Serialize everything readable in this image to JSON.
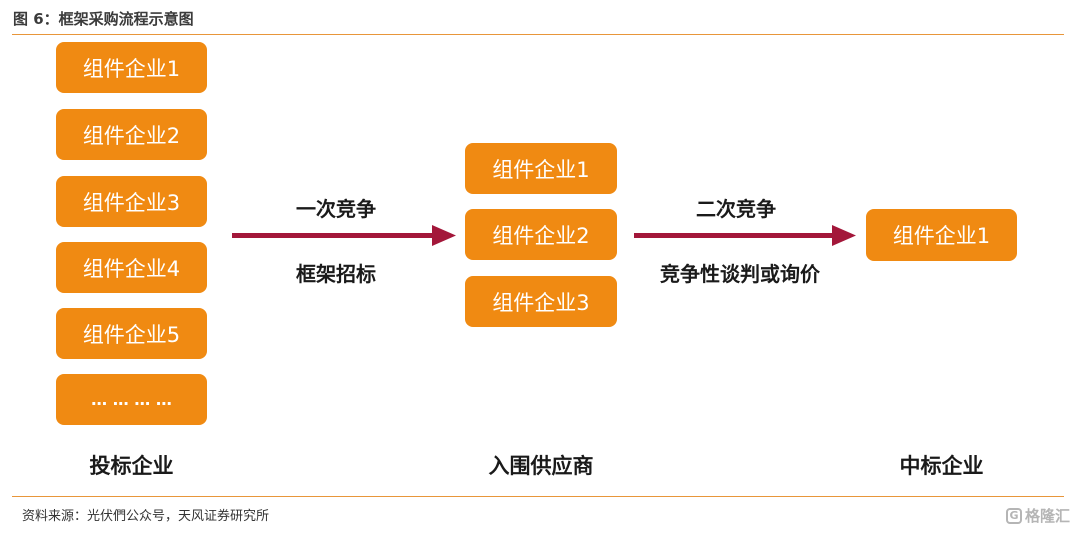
{
  "figure": {
    "title": "图 6：框架采购流程示意图"
  },
  "left_column": {
    "label": "投标企业",
    "items": [
      "组件企业1",
      "组件企业2",
      "组件企业3",
      "组件企业4",
      "组件企业5",
      "… … … …"
    ]
  },
  "middle_column": {
    "label": "入围供应商",
    "items": [
      "组件企业1",
      "组件企业2",
      "组件企业3"
    ]
  },
  "right_column": {
    "label": "中标企业",
    "items": [
      "组件企业1"
    ]
  },
  "arrows": [
    {
      "top_label": "一次竞争",
      "bottom_label": "框架招标"
    },
    {
      "top_label": "二次竞争",
      "bottom_label": "竞争性谈判或询价"
    }
  ],
  "colors": {
    "box_fill": "#f08a12",
    "arrow": "#a3173a",
    "rule": "#e8963a"
  },
  "source": "资料来源：光伏們公众号，天风证券研究所",
  "watermark": "格隆汇"
}
